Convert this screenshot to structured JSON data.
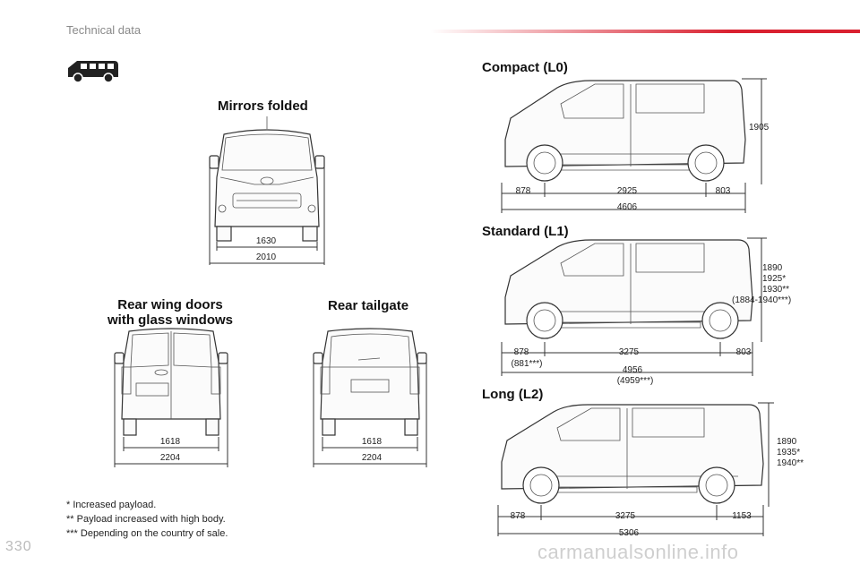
{
  "header": {
    "section": "Technical data"
  },
  "front_view": {
    "title": "Mirrors folded",
    "width_inner": "1630",
    "width_outer": "2010"
  },
  "rear_wing": {
    "title_line1": "Rear wing doors",
    "title_line2": "with glass windows",
    "width_inner": "1618",
    "width_outer": "2204"
  },
  "rear_tailgate": {
    "title": "Rear tailgate",
    "width_inner": "1618",
    "width_outer": "2204"
  },
  "compact": {
    "title": "Compact (L0)",
    "front_overhang": "878",
    "wheelbase": "2925",
    "rear_overhang": "803",
    "length": "4606",
    "height": "1905"
  },
  "standard": {
    "title": "Standard (L1)",
    "front_overhang": "878",
    "front_overhang_alt": "(881***)",
    "wheelbase": "3275",
    "rear_overhang": "803",
    "length": "4956",
    "length_alt": "(4959***)",
    "height_1": "1890",
    "height_2": "1925*",
    "height_3": "1930**",
    "height_4": "(1884-1940***)"
  },
  "long": {
    "title": "Long (L2)",
    "front_overhang": "878",
    "wheelbase": "3275",
    "rear_overhang": "1153",
    "length": "5306",
    "height_1": "1890",
    "height_2": "1935*",
    "height_3": "1940**"
  },
  "notes": {
    "n1": "* Increased payload.",
    "n2": "** Payload increased with high body.",
    "n3": "*** Depending on the country of sale."
  },
  "footer": {
    "page_number": "330",
    "watermark": "carmanualsonline.info"
  },
  "icons": {
    "van": "van-icon"
  },
  "colors": {
    "accent": "#d9202f"
  }
}
